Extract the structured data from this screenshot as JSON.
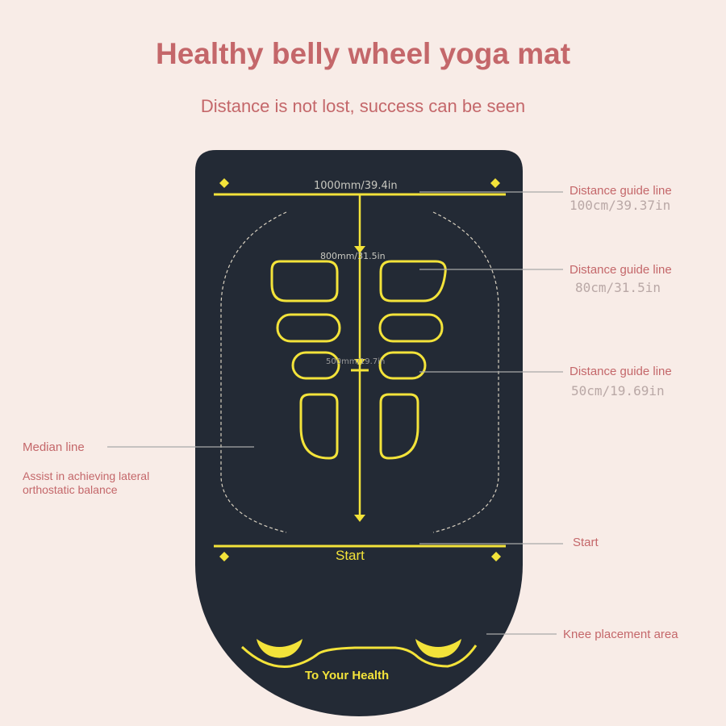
{
  "title": "Healthy belly wheel yoga mat",
  "subtitle": "Distance is not lost, success can be seen",
  "mat": {
    "top_marker": "1000mm/39.4in",
    "mid_marker": "800mm/31.5in",
    "low_marker": "500mm/19.7in",
    "start_label": "Start",
    "footer": "To Your Health"
  },
  "annotations": {
    "guide1": {
      "label": "Distance guide line",
      "value": "100cm/39.37in"
    },
    "guide2": {
      "label": "Distance guide line",
      "value": "80cm/31.5in"
    },
    "guide3": {
      "label": "Distance guide line",
      "value": "50cm/19.69in"
    },
    "median": {
      "label": "Median line",
      "note_line1": "Assist in achieving lateral",
      "note_line2": "orthostatic balance"
    },
    "start": {
      "label": "Start"
    },
    "knee": {
      "label": "Knee placement area"
    }
  },
  "colors": {
    "background": "#f8ece7",
    "mat": "#232a35",
    "accent": "#f3e33a",
    "title": "#c4676a"
  }
}
